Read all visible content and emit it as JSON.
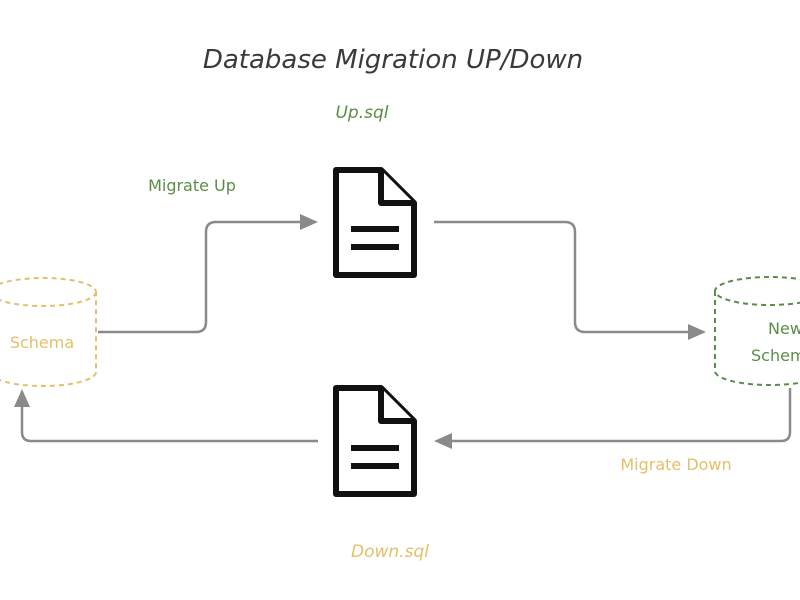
{
  "title": "Database Migration UP/Down",
  "files": {
    "up": {
      "label": "Up.sql",
      "icon": "document-icon"
    },
    "down": {
      "label": "Down.sql",
      "icon": "document-icon"
    }
  },
  "edges": {
    "migrate_up": "Migrate Up",
    "migrate_down": "Migrate Down"
  },
  "nodes": {
    "old_schema": {
      "label": "Schema",
      "icon": "database-cylinder-icon"
    },
    "new_schema": {
      "label_line1": "New",
      "label_line2": "Schema",
      "icon": "database-cylinder-icon"
    }
  },
  "colors": {
    "green": "#5b8c4a",
    "yellow": "#e3c06a",
    "arrow": "#8a8a8a",
    "title": "#3a3a3a"
  }
}
